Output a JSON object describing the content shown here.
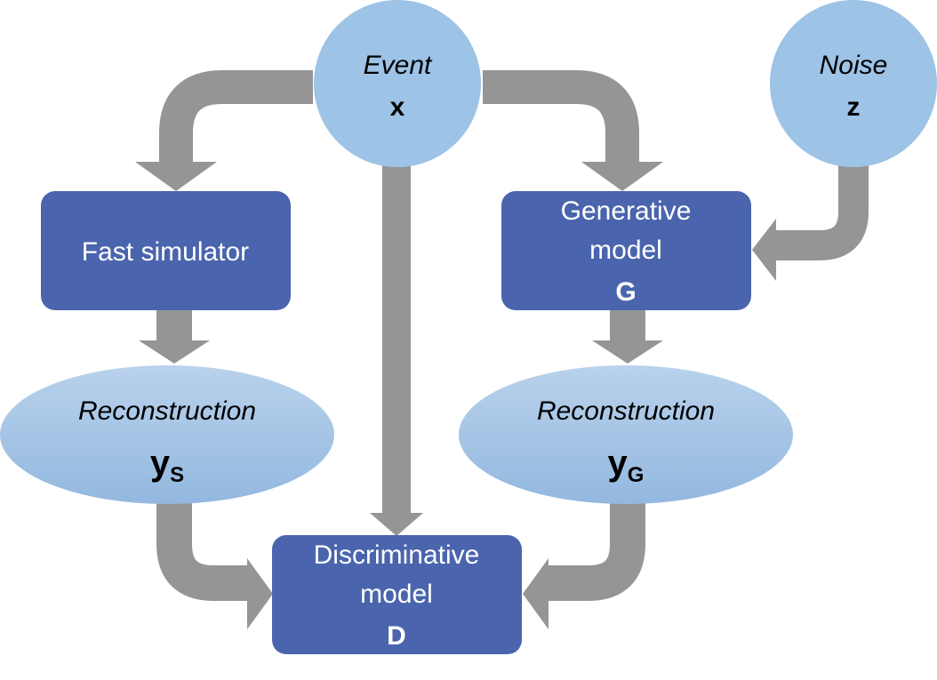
{
  "nodes": {
    "event": {
      "label": "Event",
      "symbol": "x"
    },
    "noise": {
      "label": "Noise",
      "symbol": "z"
    },
    "fast_simulator": {
      "label": "Fast simulator"
    },
    "generative_model": {
      "line1": "Generative",
      "line2": "model",
      "symbol": "G"
    },
    "reconstruction_s": {
      "label": "Reconstruction",
      "symbol": "y",
      "subscript": "S"
    },
    "reconstruction_g": {
      "label": "Reconstruction",
      "symbol": "y",
      "subscript": "G"
    },
    "discriminative_model": {
      "line1": "Discriminative",
      "line2": "model",
      "symbol": "D"
    }
  },
  "colors": {
    "box_fill": "#4a65ad",
    "circle_fill": "#9dc3e6",
    "ellipse_top": "#b9d2ec",
    "ellipse_bottom": "#93b8df",
    "arrow": "#959595"
  }
}
